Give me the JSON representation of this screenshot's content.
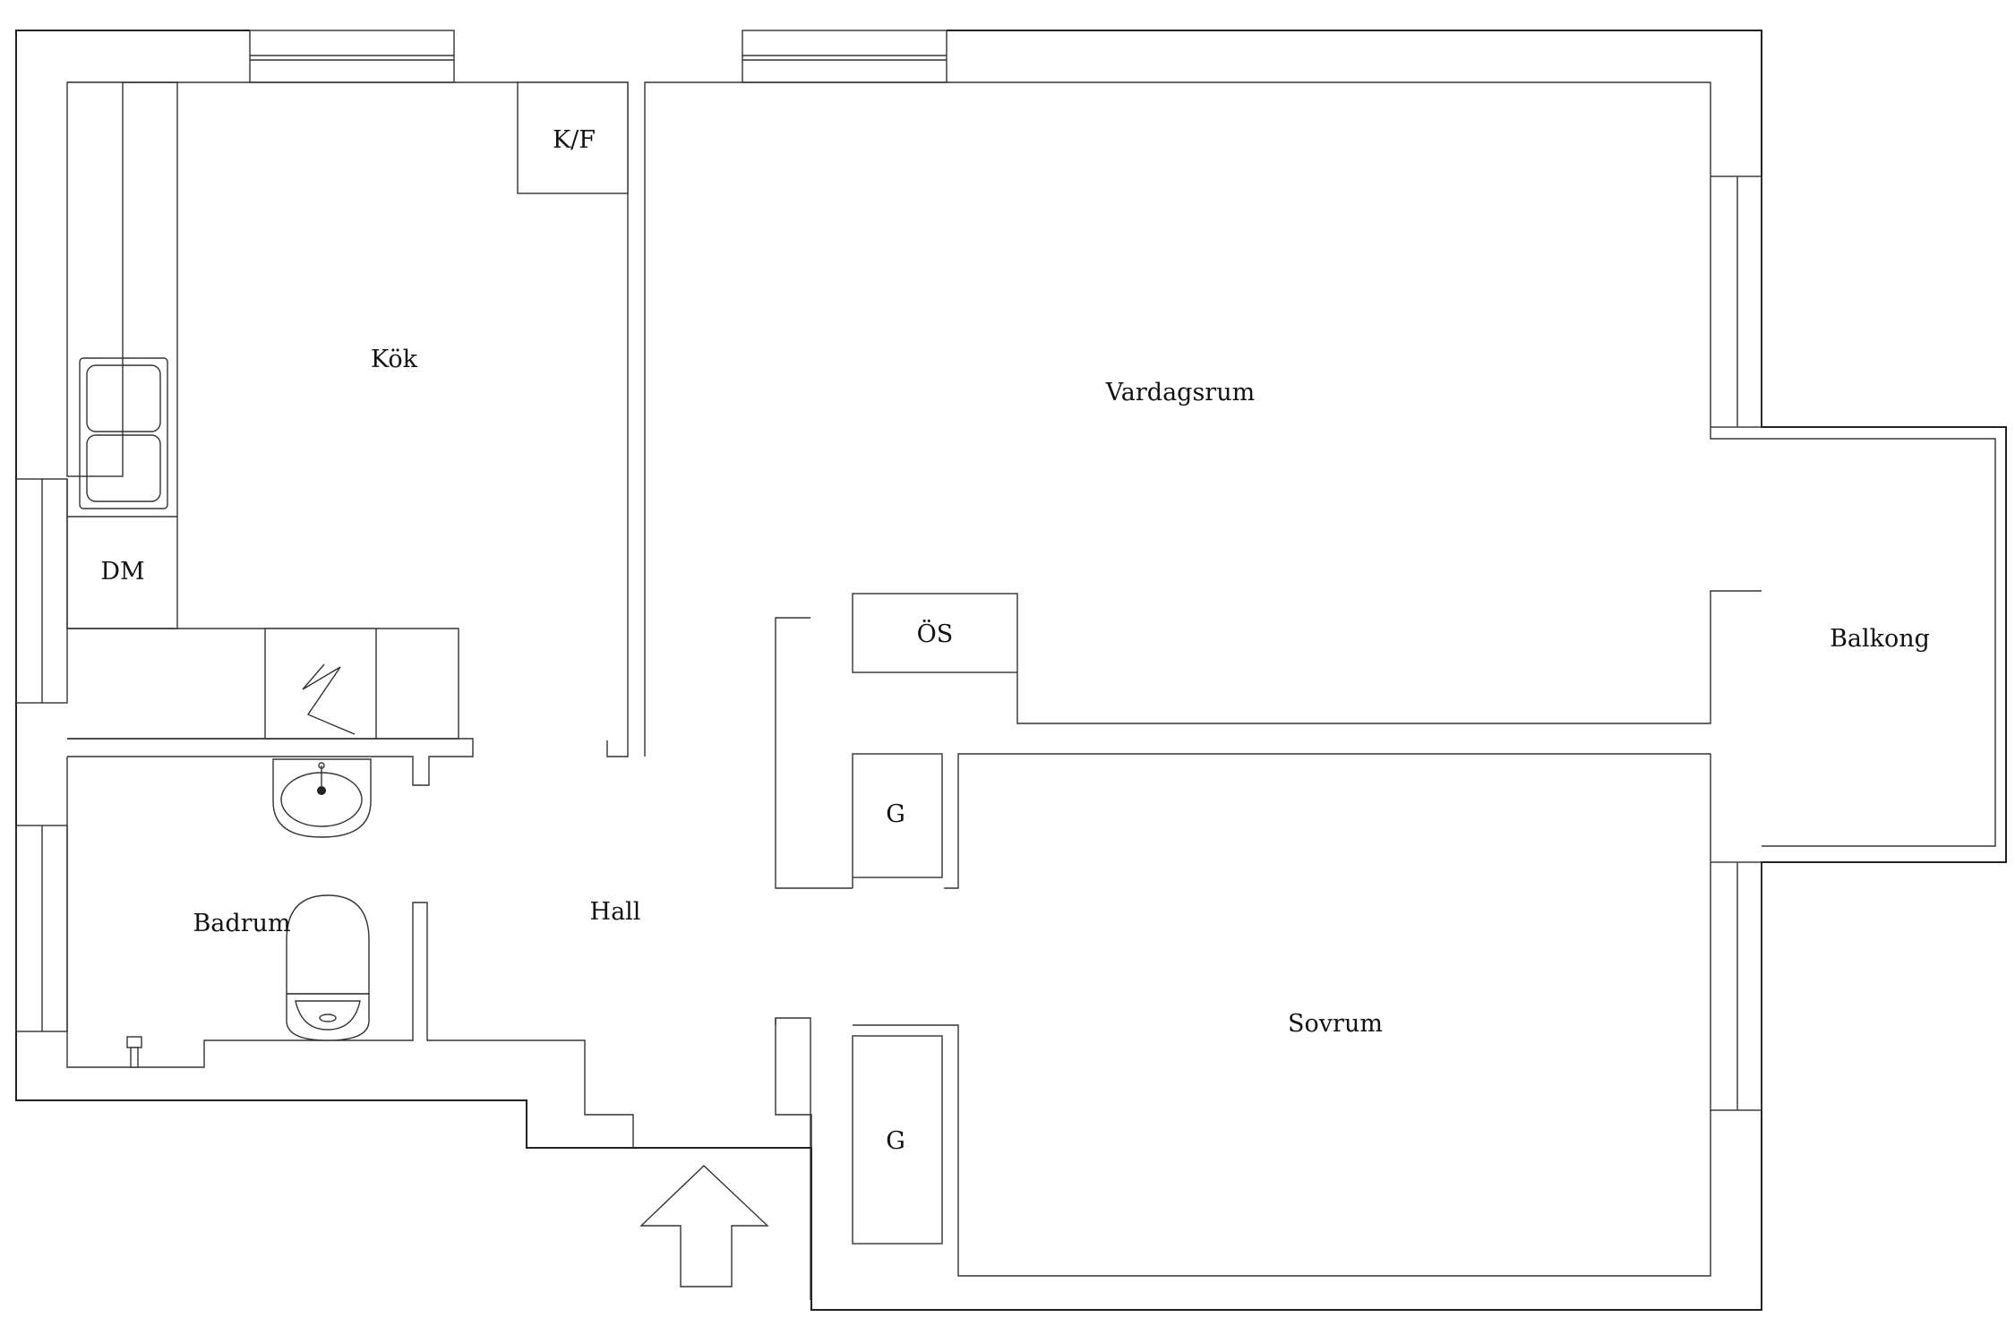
{
  "rooms": {
    "kok": "Kök",
    "kf": "K/F",
    "vardagsrum": "Vardagsrum",
    "dm": "DM",
    "os": "ÖS",
    "balkong": "Balkong",
    "g_upper": "G",
    "g_lower": "G",
    "badrum": "Badrum",
    "hall": "Hall",
    "sovrum": "Sovrum"
  }
}
